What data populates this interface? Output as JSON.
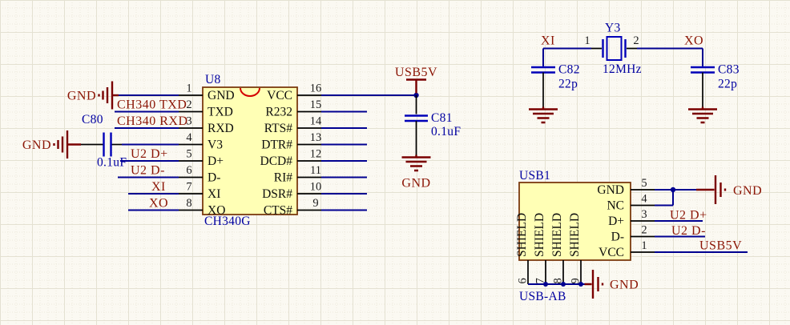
{
  "colors": {
    "background": "#FBF9F2",
    "wire_blue": "#000090",
    "power_maroon": "#7A0000",
    "net_label_red": "#8B1505",
    "designator_blue": "#0000A0",
    "component_fill": "#FFFFB5",
    "component_border": "#7B3A10",
    "notch_red": "#D40000"
  },
  "nets": {
    "gnd": "GND",
    "usb5v": "USB5V",
    "ch340_txd": "CH340 TXD",
    "ch340_rxd": "CH340 RXD",
    "u2_dp": "U2 D+",
    "u2_dm": "U2 D-",
    "xi": "XI",
    "xo": "XO"
  },
  "u8": {
    "designator": "U8",
    "part": "CH340G",
    "left_pins": [
      {
        "num": "1",
        "name": "GND"
      },
      {
        "num": "2",
        "name": "TXD"
      },
      {
        "num": "3",
        "name": "RXD"
      },
      {
        "num": "4",
        "name": "V3"
      },
      {
        "num": "5",
        "name": "D+"
      },
      {
        "num": "6",
        "name": "D-"
      },
      {
        "num": "7",
        "name": "XI"
      },
      {
        "num": "8",
        "name": "XO"
      }
    ],
    "right_pins": [
      {
        "num": "16",
        "name": "VCC"
      },
      {
        "num": "15",
        "name": "R232"
      },
      {
        "num": "14",
        "name": "RTS#"
      },
      {
        "num": "13",
        "name": "DTR#"
      },
      {
        "num": "12",
        "name": "DCD#"
      },
      {
        "num": "11",
        "name": "RI#"
      },
      {
        "num": "10",
        "name": "DSR#"
      },
      {
        "num": "9",
        "name": "CTS#"
      }
    ]
  },
  "c80": {
    "ref": "C80",
    "value": "0.1uF"
  },
  "c81": {
    "ref": "C81",
    "value": "0.1uF"
  },
  "c82": {
    "ref": "C82",
    "value": "22p"
  },
  "c83": {
    "ref": "C83",
    "value": "22p"
  },
  "crystal": {
    "ref": "Y3",
    "value": "12MHz",
    "pin1": "1",
    "pin2": "2"
  },
  "usb1": {
    "designator": "USB1",
    "part": "USB-AB",
    "pins": [
      {
        "num": "5",
        "name": "GND"
      },
      {
        "num": "4",
        "name": "NC"
      },
      {
        "num": "3",
        "name": "D+"
      },
      {
        "num": "2",
        "name": "D-"
      },
      {
        "num": "1",
        "name": "VCC"
      }
    ],
    "shield_label": "SHIELD",
    "bottom_pins": [
      "6",
      "7",
      "8",
      "9"
    ]
  }
}
